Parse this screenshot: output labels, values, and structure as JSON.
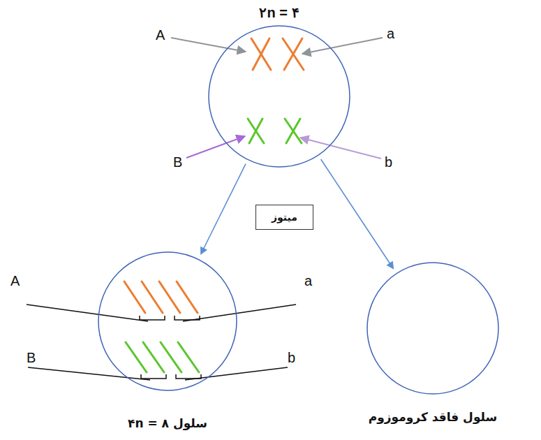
{
  "diagram": {
    "nodes": [
      {
        "text": [
          "۲n = ۴"
        ]
      },
      {
        "text": [
          "میتوز"
        ]
      },
      {
        "text": [
          "۴n = ۸ سلول"
        ]
      },
      {
        "text": [
          "سلول فاقد کروموزوم"
        ]
      }
    ],
    "edges": [
      {
        "from": 0,
        "to": 2,
        "arrow": "to"
      },
      {
        "from": 0,
        "to": 3,
        "arrow": "to"
      }
    ],
    "labels": [
      "A",
      "a",
      "B",
      "b",
      "A",
      "a",
      "B",
      "b"
    ]
  }
}
